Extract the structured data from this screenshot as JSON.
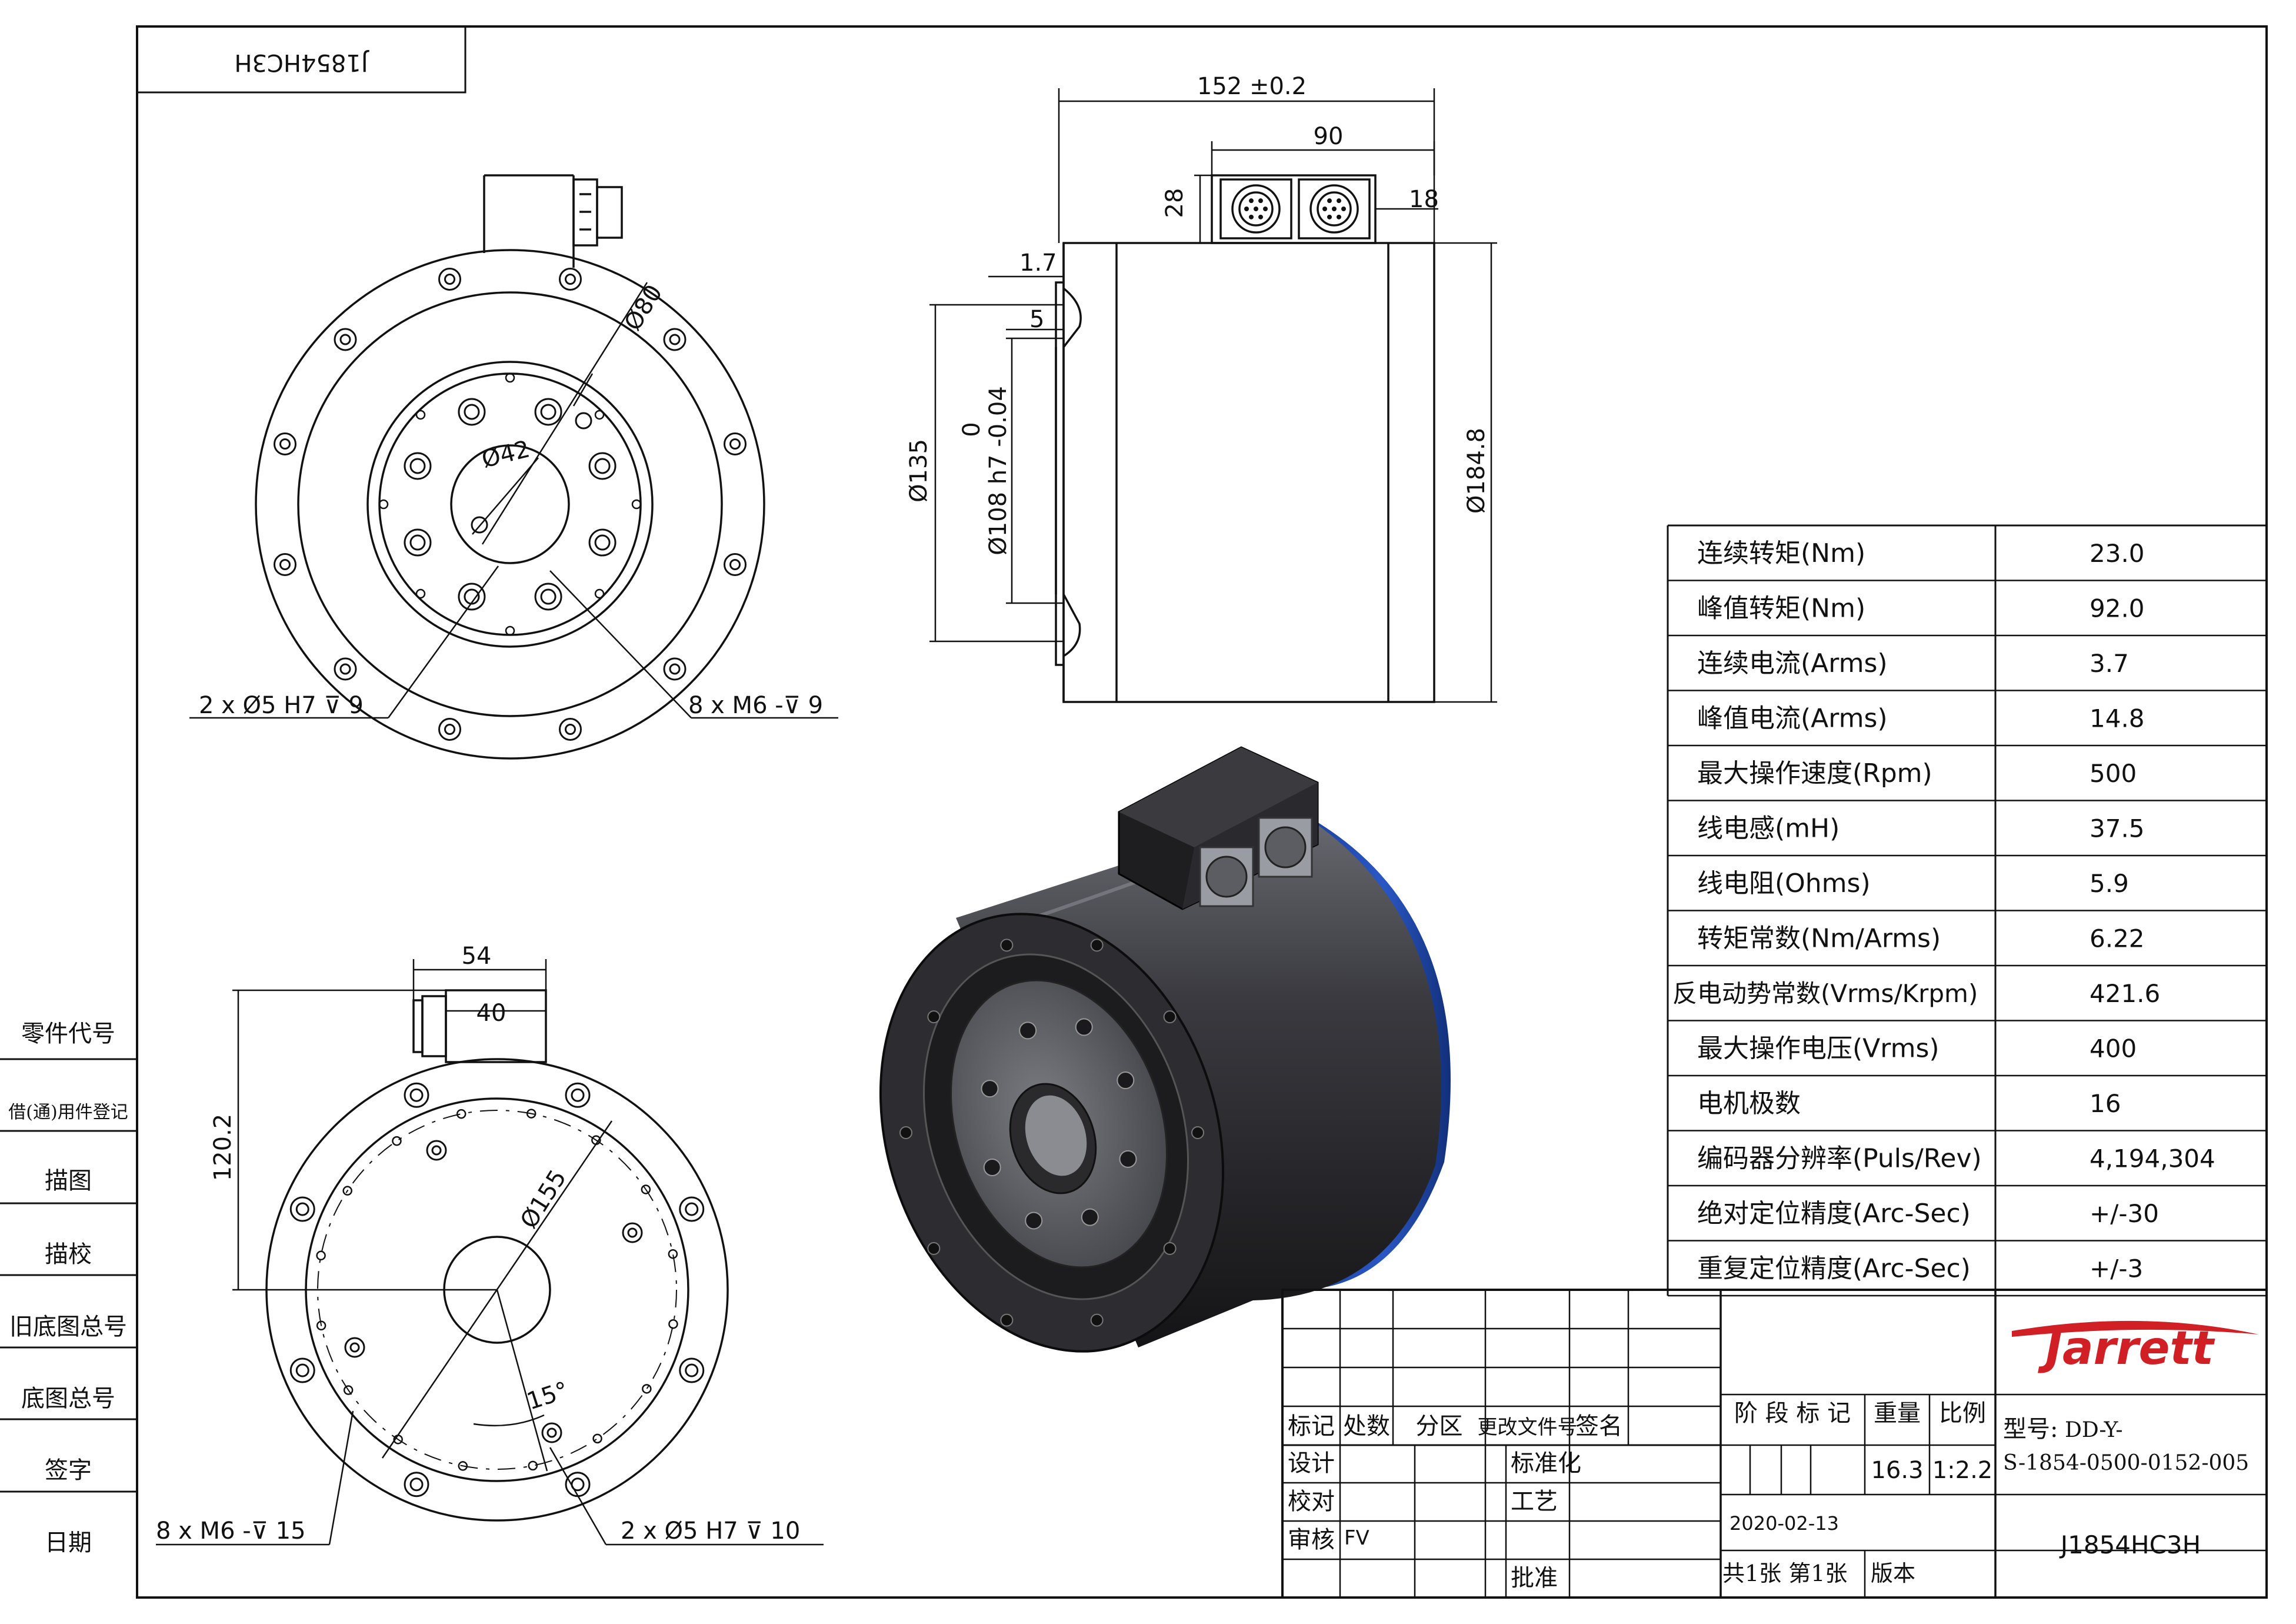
{
  "drawing": {
    "mirrored_label": "J1854HC3H",
    "colors": {
      "line": "#111111",
      "motor_body": "#2a2a2e",
      "motor_back_ring": "#2048a8",
      "logo": "#d01f25"
    }
  },
  "left_margin_labels": [
    "零件代号",
    "借(通)用件登记",
    "描图",
    "描校",
    "旧底图总号",
    "底图总号",
    "签字",
    "日期"
  ],
  "front_view_top": {
    "dims": {
      "d80": "Ø80",
      "d42": "Ø42",
      "pins": "2 x Ø5  H7 ⊽ 9",
      "threads": "8 x  M6 -⊽ 9"
    }
  },
  "side_view": {
    "dims": {
      "length": "152 ±0.2",
      "connector_width": "90",
      "connector_height": "28",
      "offset_18": "18",
      "step_1_7": "1.7",
      "step_5": "5",
      "d135": "Ø135",
      "tol_upper": "0",
      "d108": "Ø108 h7 -0.04",
      "d184": "Ø184.8"
    }
  },
  "front_view_bottom": {
    "dims": {
      "w54": "54",
      "w40": "40",
      "h120": "120.2",
      "d155": "Ø155",
      "angle": "15°",
      "threads": "8 x  M6 -⊽ 15",
      "pins": "2 x Ø5  H7 ⊽ 10"
    }
  },
  "spec_table": {
    "rows": [
      {
        "label": "连续转矩(Nm)",
        "value": "23.0"
      },
      {
        "label": "峰值转矩(Nm)",
        "value": "92.0"
      },
      {
        "label": "连续电流(Arms)",
        "value": "3.7"
      },
      {
        "label": "峰值电流(Arms)",
        "value": "14.8"
      },
      {
        "label": "最大操作速度(Rpm)",
        "value": "500"
      },
      {
        "label": "线电感(mH)",
        "value": "37.5"
      },
      {
        "label": "线电阻(Ohms)",
        "value": "5.9"
      },
      {
        "label": "转矩常数(Nm/Arms)",
        "value": "6.22"
      },
      {
        "label": "反电动势常数(Vrms/Krpm)",
        "value": "421.6"
      },
      {
        "label": "最大操作电压(Vrms)",
        "value": "400"
      },
      {
        "label": "电机极数",
        "value": "16"
      },
      {
        "label": "编码器分辨率(Puls/Rev)",
        "value": "4,194,304"
      },
      {
        "label": "绝对定位精度(Arc-Sec)",
        "value": "+/-30"
      },
      {
        "label": "重复定位精度(Arc-Sec)",
        "value": "+/-3"
      }
    ]
  },
  "title_block": {
    "rev_headers": [
      "标记",
      "处数",
      "分区",
      "更改文件号",
      "签名"
    ],
    "sign_rows": [
      {
        "left": "设计",
        "mid": "标准化"
      },
      {
        "left": "校对",
        "mid": "工艺"
      },
      {
        "left": "审核",
        "value": "FV"
      },
      {
        "left": "",
        "mid": "批准"
      }
    ],
    "stage_mark": "阶 段 标 记",
    "weight_label": "重量",
    "scale_label": "比例",
    "weight": "16.3",
    "scale": "1:2.2",
    "date": "2020-02-13",
    "sheets": "共1张 第1张",
    "version": "版本",
    "logo": "Jarrett",
    "model_label": "型号:",
    "model_line1": "DD-Y-",
    "model_line2": "S-1854-0500-0152-005",
    "part_number": "J1854HC3H"
  }
}
